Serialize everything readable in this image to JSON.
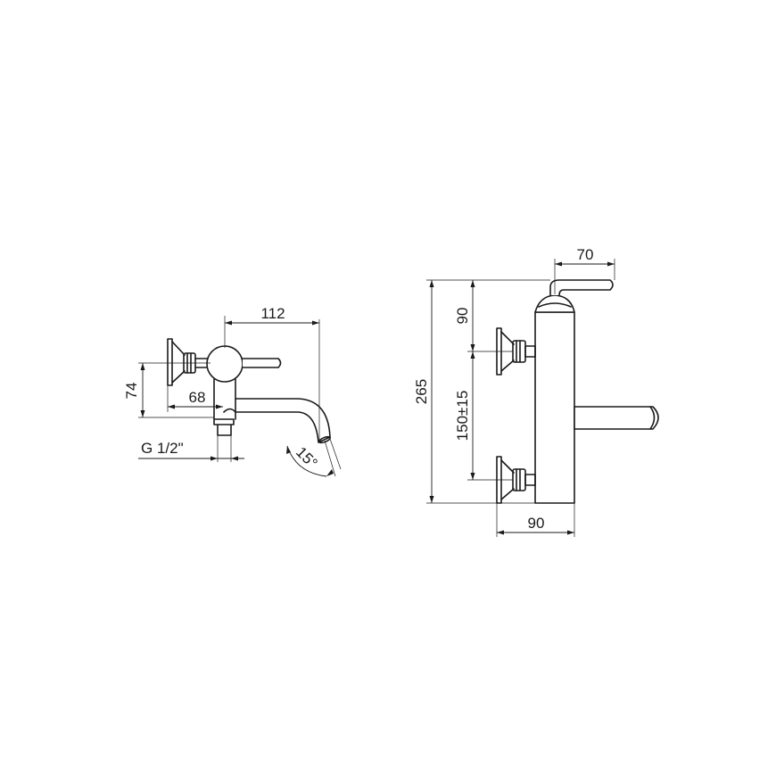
{
  "dimensions": {
    "side": {
      "spout_reach": "112",
      "handle_offset": "68",
      "height": "74",
      "thread": "G 1/2\"",
      "spout_angle": "15°"
    },
    "front": {
      "lever_width": "70",
      "total_height": "265",
      "top_offset": "90",
      "center_distance": "150±15",
      "body_width": "90"
    }
  }
}
